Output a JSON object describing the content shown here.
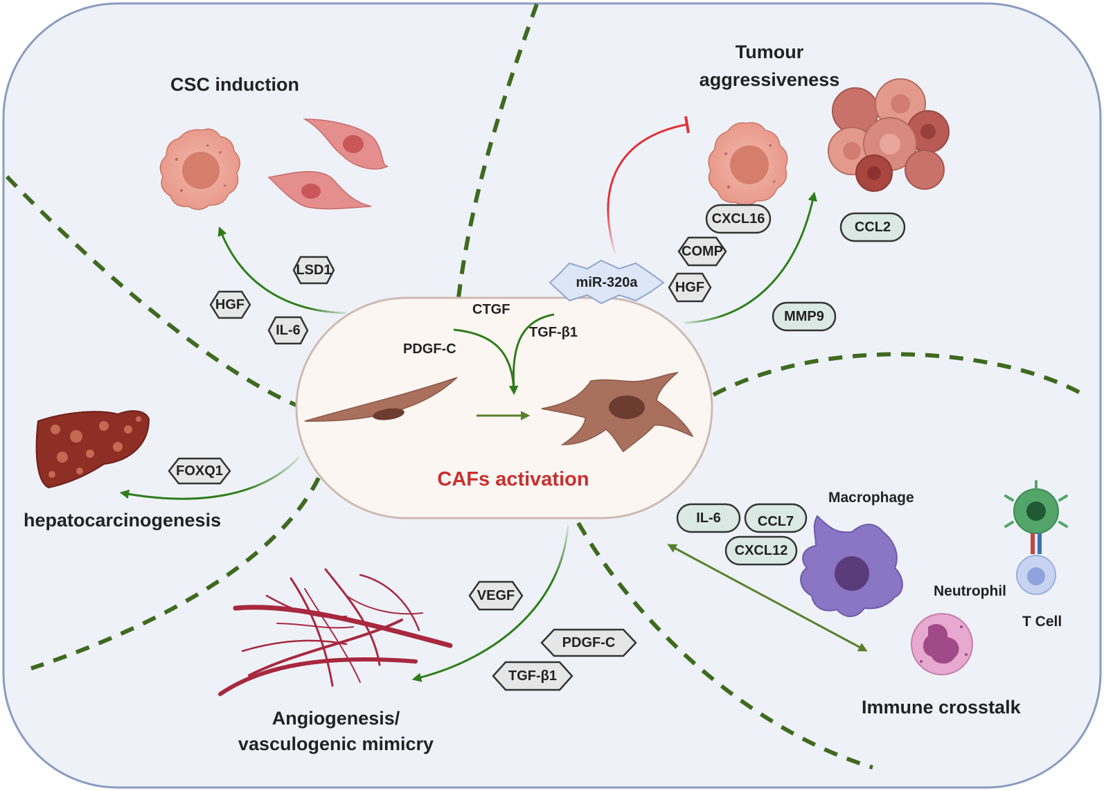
{
  "sections": {
    "csc": "CSC induction",
    "tumour_line1": "Tumour",
    "tumour_line2": "aggressiveness",
    "hepato": "hepatocarcinogenesis",
    "angio_line1": "Angiogenesis/",
    "angio_line2": "vasculogenic mimicry",
    "immune": "Immune crosstalk"
  },
  "center": {
    "title": "CAFs activation",
    "ctgf": "CTGF",
    "pdgfc": "PDGF-C",
    "tgfb1": "TGF-β1"
  },
  "mediators": {
    "lsd1": "LSD1",
    "hgf_csc": "HGF",
    "il6_csc": "IL-6",
    "mir": "miR-320a",
    "cxcl16": "CXCL16",
    "comp": "COMP",
    "hgf_tumour": "HGF",
    "ccl2": "CCL2",
    "mmp9": "MMP9",
    "foxq1": "FOXQ1",
    "vegf": "VEGF",
    "pdgfc_angio": "PDGF-C",
    "tgfb1_angio": "TGF-β1",
    "il6_immune": "IL-6",
    "ccl7": "CCL7",
    "cxcl12": "CXCL12"
  },
  "cells": {
    "macrophage": "Macrophage",
    "neutrophil": "Neutrophil",
    "tcell": "T Cell"
  },
  "colors": {
    "background": "#eef2f8",
    "border": "#8a9bbf",
    "dashed_divider": "#3f6a1f",
    "arrow_green": "#2e7d1a",
    "inhibit_red": "#e0323a",
    "title_red": "#c8302e",
    "hexagon_fill": "#e6e6e6",
    "pill_fill": "#dbe9e4"
  },
  "icons": [
    "tumour-cell-icon",
    "spindle-cell-icon",
    "tumour-cluster-icon",
    "liver-icon",
    "blood-vessels-icon",
    "fibroblast-icon",
    "activated-fibroblast-icon",
    "macrophage-icon",
    "neutrophil-icon",
    "t-cell-icon"
  ]
}
